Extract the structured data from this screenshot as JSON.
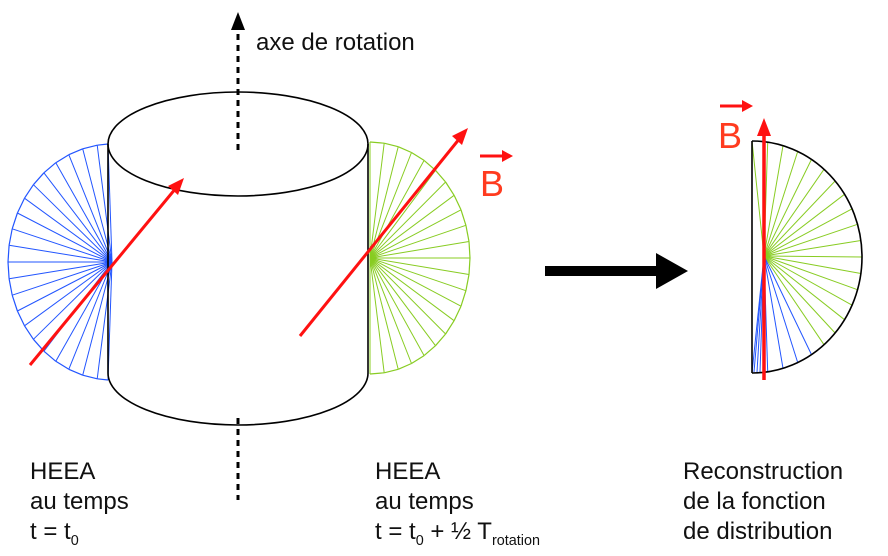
{
  "axis_label": "axe de rotation",
  "field_symbol": "B",
  "left_caption": {
    "line1": "HEEA",
    "line2": "au temps",
    "line3_pre": "t = t",
    "line3_sub": "0"
  },
  "middle_caption": {
    "line1": "HEEA",
    "line2": "au temps",
    "line3_pre": "t = t",
    "line3_sub": "0",
    "line3_mid": " + ½ T",
    "line3_sub2": "rotation"
  },
  "right_caption": {
    "line1": "Reconstruction",
    "line2": "de la fonction",
    "line3": "de distribution"
  },
  "colors": {
    "blue": "#2255ff",
    "green": "#88cc22",
    "red": "#ff1111",
    "black": "#000000"
  }
}
